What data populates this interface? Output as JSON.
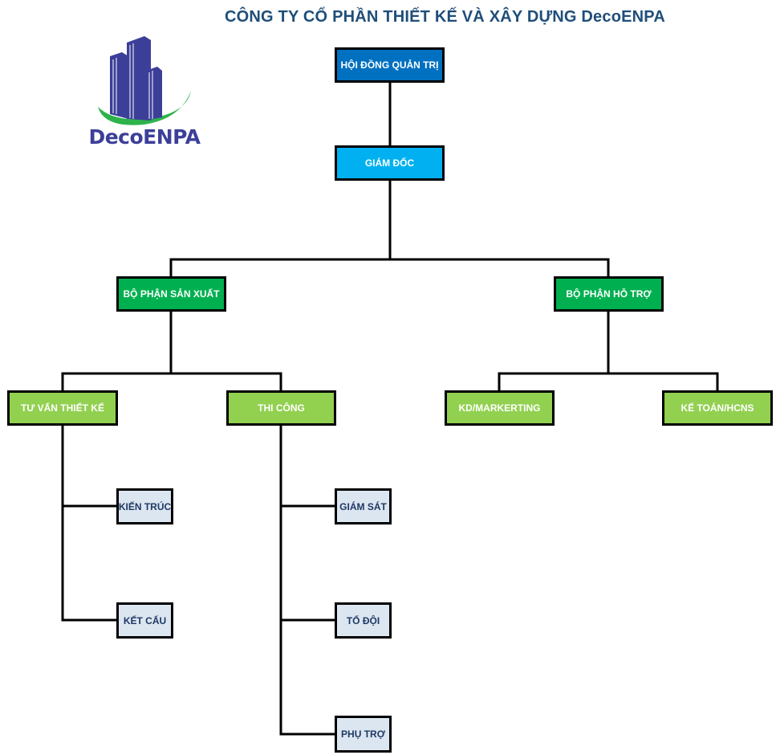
{
  "title": "CÔNG TY CỔ PHẦN THIẾT KẾ VÀ XÂY DỰNG DecoENPA",
  "logo": {
    "text": "DecoENPA",
    "colors": {
      "buildings": "#3c3f98",
      "swoosh": "#2db34a"
    }
  },
  "colors": {
    "board": "#0070c0",
    "director": "#00b0f0",
    "department": "#00b050",
    "unit": "#92d050",
    "team": "#dce6f1",
    "team_text": "#1f3864",
    "title_text": "#1f4e79",
    "connector": "#000000"
  },
  "org": {
    "board": "HỘI ĐỒNG QUẢN TRỊ",
    "director": "GIÁM ĐỐC",
    "departments": [
      {
        "label": "BỘ PHẬN SẢN XUẤT",
        "units": [
          {
            "label": "TƯ VẤN THIẾT KẾ",
            "teams": [
              "KIẾN TRÚC",
              "KẾT CẤU"
            ]
          },
          {
            "label": "THI CÔNG",
            "teams": [
              "GIÁM SÁT",
              "TỔ ĐỘI",
              "PHỤ TRỢ"
            ]
          }
        ]
      },
      {
        "label": "BỘ PHẬN HỖ TRỢ",
        "units": [
          {
            "label": "KD/MARKERTING",
            "teams": []
          },
          {
            "label": "KẾ TOÁN/HCNS",
            "teams": []
          }
        ]
      }
    ]
  }
}
